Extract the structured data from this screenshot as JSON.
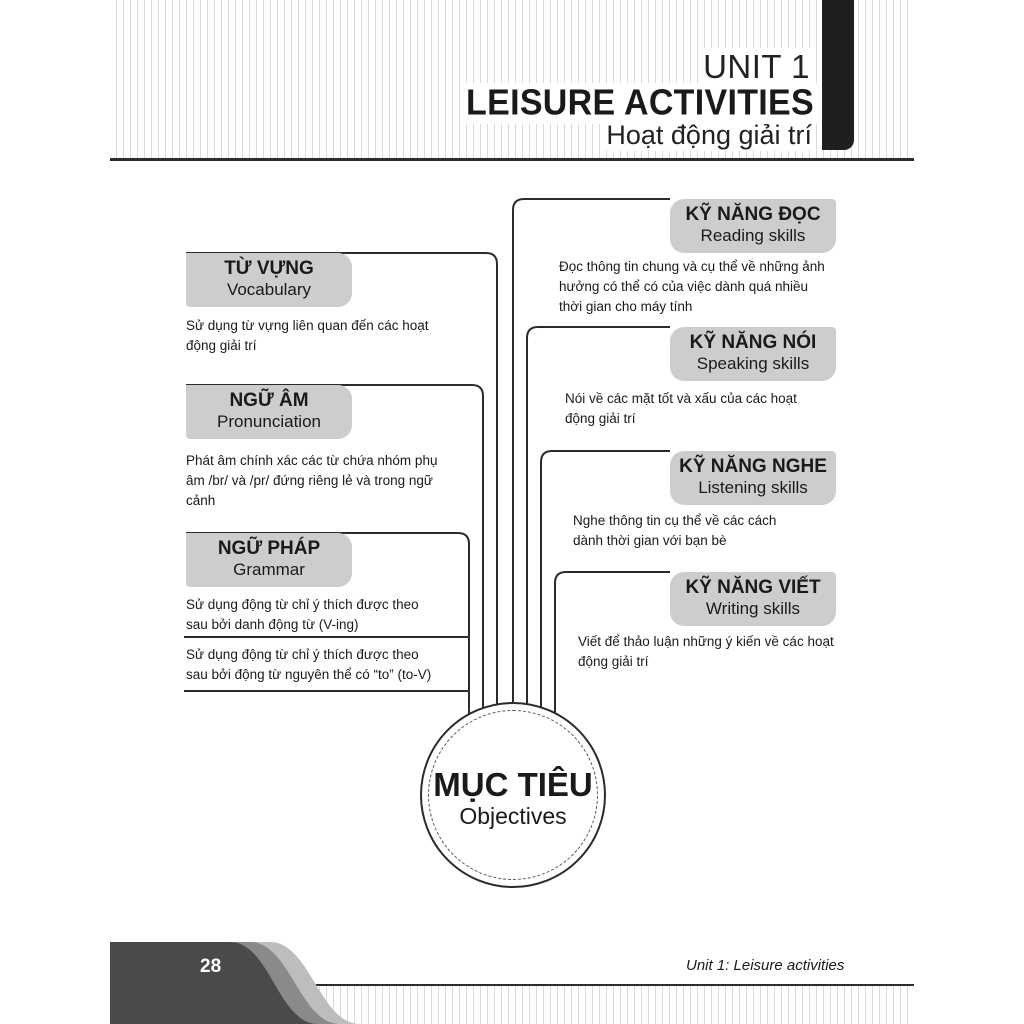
{
  "header": {
    "unit": "UNIT 1",
    "title": "LEISURE ACTIVITIES",
    "subtitle": "Hoạt động giải trí"
  },
  "center": {
    "title": "MỤC TIÊU",
    "subtitle": "Objectives"
  },
  "left_sections": [
    {
      "title": "TỪ VỰNG",
      "subtitle": "Vocabulary",
      "description": [
        "Sử dụng từ vựng liên quan đến các hoạt",
        "động giải trí"
      ]
    },
    {
      "title": "NGỮ ÂM",
      "subtitle": "Pronunciation",
      "description": [
        "Phát âm chính xác các từ chứa nhóm phụ",
        "âm /br/ và /pr/ đứng riêng lẻ và trong ngữ",
        "cảnh"
      ]
    },
    {
      "title": "NGỮ PHÁP",
      "subtitle": "Grammar",
      "description": [
        "Sử dụng động từ chỉ ý thích được theo",
        "sau bởi danh động từ (V-ing)"
      ],
      "description_2": [
        "Sử dụng động từ chỉ ý thích được theo",
        "sau bởi động từ nguyên thể có “to” (to-V)"
      ]
    }
  ],
  "right_sections": [
    {
      "title": "KỸ NĂNG ĐỌC",
      "subtitle": "Reading skills",
      "description": [
        "Đọc thông tin chung và cụ thể về những ảnh",
        "hưởng có thể có của việc dành quá nhiều",
        "thời gian cho máy tính"
      ]
    },
    {
      "title": "KỸ NĂNG NÓI",
      "subtitle": "Speaking skills",
      "description": [
        "Nói về các mặt tốt và xấu của các hoạt",
        "động giải trí"
      ]
    },
    {
      "title": "KỸ NĂNG NGHE",
      "subtitle": "Listening skills",
      "description": [
        "Nghe thông tin cụ thể về các cách",
        "dành thời gian với bạn bè"
      ]
    },
    {
      "title": "KỸ NĂNG VIẾT",
      "subtitle": "Writing skills",
      "description": [
        "Viết để thảo luận những ý kiến về các hoạt",
        "động giải trí"
      ]
    }
  ],
  "footer": {
    "page_number": "28",
    "title": "Unit 1: Leisure activities"
  },
  "colors": {
    "tag_bg": "#cdcdcd",
    "dark": "#2b2b2b",
    "footer_dark": "#4a4a4a",
    "footer_mid": "#8a8a8a",
    "footer_light": "#bdbdbd"
  }
}
